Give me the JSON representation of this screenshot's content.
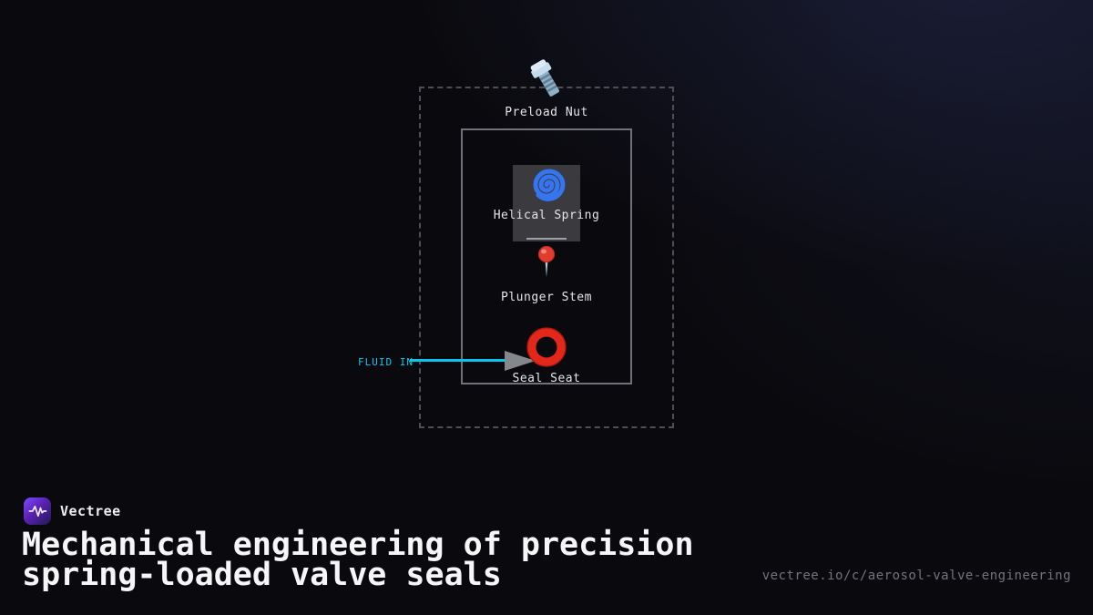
{
  "colors": {
    "background": "#0a0a0e",
    "fluid_cyan": "#06c8ee",
    "spring_blue": "#3575f0",
    "seal_red": "#e3271b",
    "pin_red": "#e33b2e",
    "logo_purple": "#5b21b6",
    "housing_dash_gray": "#4e4e56",
    "valve_body_gray": "#71717a"
  },
  "diagram": {
    "labels": {
      "preload_nut": "Preload Nut",
      "helical_spring": "Helical Spring",
      "plunger_stem": "Plunger Stem",
      "seal_seat": "Seal Seat",
      "fluid_in": "FLUID IN"
    },
    "icons": {
      "preload_nut": "bolt-icon",
      "helical_spring": "spiral-icon",
      "plunger_stem": "pushpin-icon",
      "seal_seat": "ring-icon",
      "flow": "arrowhead-icon"
    }
  },
  "footer": {
    "brand": "Vectree",
    "title_line1": "Mechanical engineering of precision",
    "title_line2": "spring-loaded valve seals",
    "url": "vectree.io/c/aerosol-valve-engineering"
  }
}
